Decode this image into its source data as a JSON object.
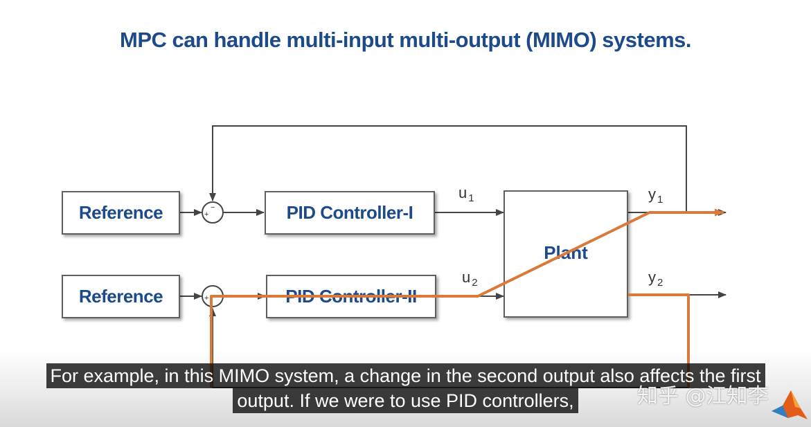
{
  "title": "MPC can handle multi-input multi-output (MIMO) systems.",
  "blocks": {
    "reference_1": "Reference",
    "reference_2": "Reference",
    "pid_1": "PID Controller-I",
    "pid_2": "PID Controller-II",
    "plant": "Plant"
  },
  "signals": {
    "u1": {
      "base": "u",
      "sub": "1"
    },
    "u2": {
      "base": "u",
      "sub": "2"
    },
    "y1": {
      "base": "y",
      "sub": "1"
    },
    "y2": {
      "base": "y",
      "sub": "2"
    }
  },
  "summing_junction_signs": {
    "minus": "−",
    "plus": "+"
  },
  "colors": {
    "title": "#1d4a8a",
    "block_border": "#5f5f5f",
    "line": "#444444",
    "highlight": "#d9793a"
  },
  "subtitle": {
    "line1": "For example, in this MIMO system, a change in the second output also affects the first",
    "line2": "output. If we were to use PID controllers,"
  },
  "watermark": "知乎 @江知李",
  "logo_icon": "matlab-membrane-icon"
}
